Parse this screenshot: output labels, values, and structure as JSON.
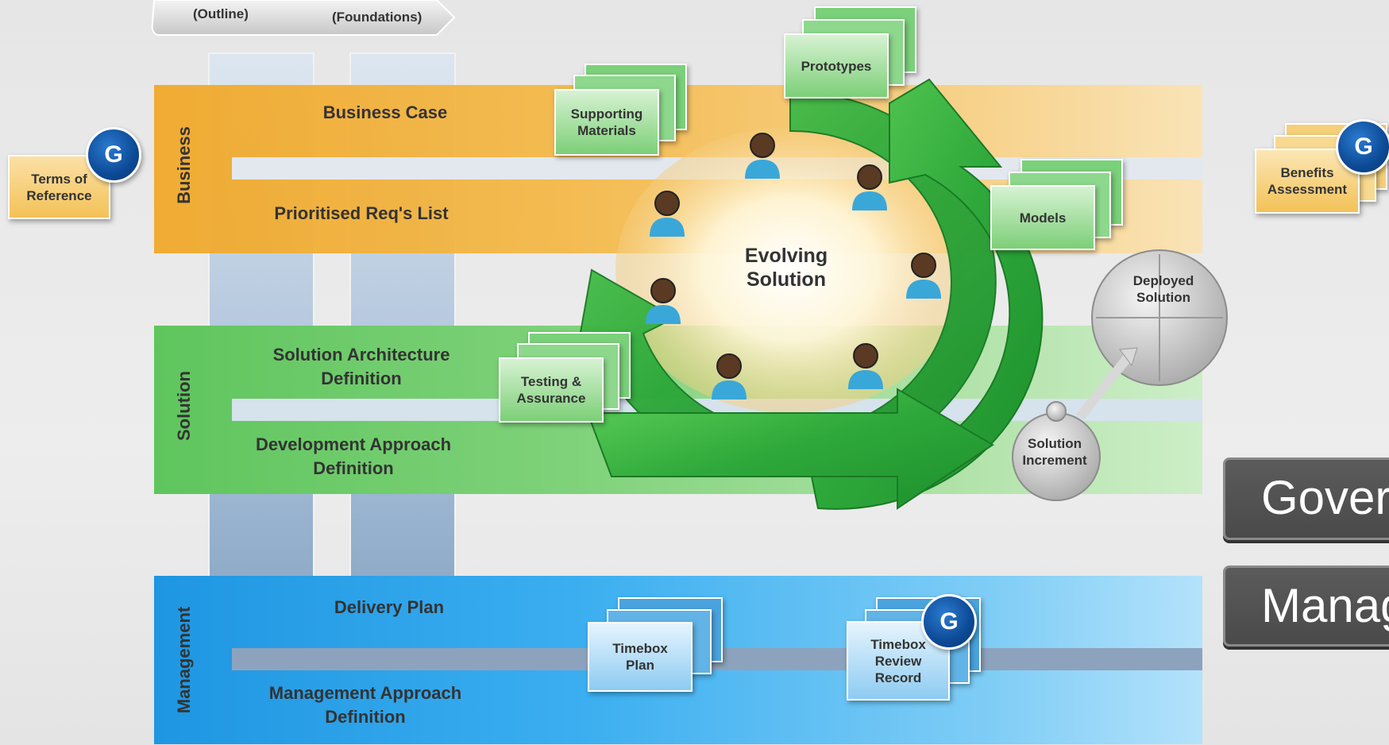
{
  "phases": {
    "outline": "(Outline)",
    "foundations": "(Foundations)"
  },
  "groups": {
    "business": "Business",
    "solution": "Solution",
    "management": "Management"
  },
  "bands": {
    "business_case": "Business Case",
    "prioritised_reqs": "Prioritised Req's List",
    "solution_architecture": [
      "Solution Architecture",
      "Definition"
    ],
    "development_approach": [
      "Development Approach",
      "Definition"
    ],
    "delivery_plan": "Delivery Plan",
    "management_approach": [
      "Management Approach",
      "Definition"
    ]
  },
  "documents": {
    "terms_of_reference": [
      "Terms of",
      "Reference"
    ],
    "supporting_materials": [
      "Supporting",
      "Materials"
    ],
    "prototypes": "Prototypes",
    "models": "Models",
    "testing_assurance": [
      "Testing &",
      "Assurance"
    ],
    "benefits_assessment": [
      "Benefits",
      "Assessment"
    ],
    "timebox_plan": [
      "Timebox",
      "Plan"
    ],
    "timebox_review_record": [
      "Timebox",
      "Review",
      "Record"
    ]
  },
  "center": [
    "Evolving",
    "Solution"
  ],
  "puzzle": {
    "deployed": [
      "Deployed",
      "Solution"
    ],
    "increment": [
      "Solution",
      "Increment"
    ]
  },
  "badge_letter": "G",
  "right_buttons": {
    "governance": "Gover",
    "management": "Manag"
  },
  "colors": {
    "business": "#f3b23a",
    "solution": "#59c258",
    "management": "#2f9ee6",
    "badge": "#0d4a96",
    "arrow": "#2ea83a"
  }
}
